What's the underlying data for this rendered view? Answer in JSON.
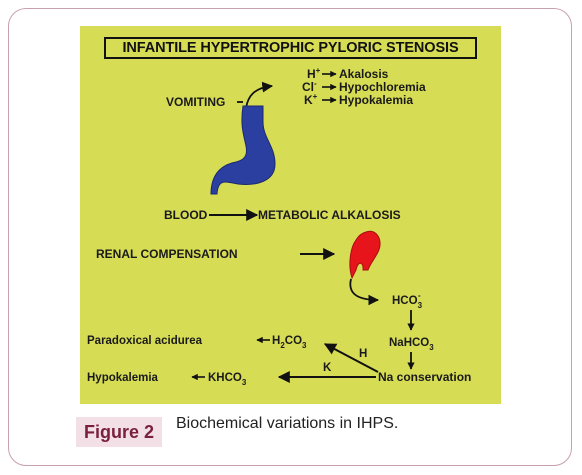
{
  "title": "INFANTILE HYPERTROPHIC PYLORIC STENOSIS",
  "vomiting": "VOMITING",
  "ion_h": "H",
  "ion_cl": "Cl",
  "ion_k": "K",
  "effect_h": "Akalosis",
  "effect_cl": "Hypochloremia",
  "effect_k": "Hypokalemia",
  "blood": "BLOOD",
  "metabolic_alkalosis": "METABOLIC ALKALOSIS",
  "renal_compensation": "RENAL COMPENSATION",
  "hco3": "HCO",
  "nahco3": "NaHCO",
  "na_conservation": "Na conservation",
  "paradoxical_aciduria": "Paradoxical acidurea",
  "h2co3": "H",
  "hypokalemia_bottom": "Hypokalemia",
  "khco3": "KHCO",
  "label_h": "H",
  "label_k": "K",
  "colors": {
    "panel": "#d7dc55",
    "stomach": "#2b3fa0",
    "kidney": "#e8141c",
    "caption_bg": "#f3dfe6",
    "caption_fg": "#7a1f3d"
  },
  "caption": {
    "label": "Figure 2",
    "text": "Biochemical variations in IHPS."
  }
}
